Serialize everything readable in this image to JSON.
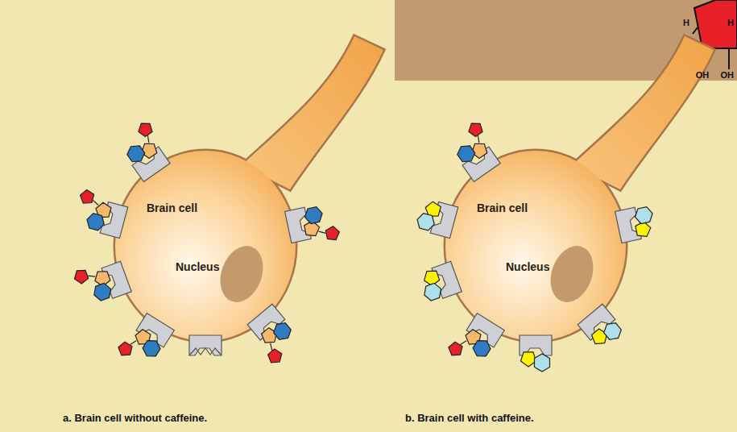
{
  "diagram": {
    "nodes": [
      {
        "text": [
          "Brain cell",
          "Nucleus"
        ]
      },
      {
        "text": [
          "Brain cell",
          "Nucleus"
        ]
      }
    ],
    "labels": [
      "H",
      "H",
      "OH",
      "OH",
      "a. Brain cell without caffeine.",
      "b. Brain cell with caffeine."
    ]
  }
}
